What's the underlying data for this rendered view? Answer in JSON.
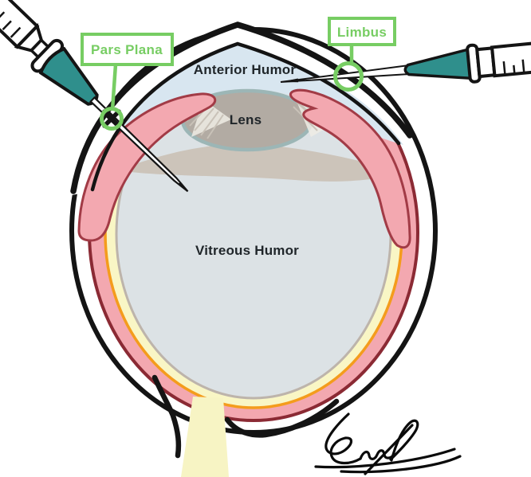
{
  "labels": {
    "anterior_humor": "Anterior Humor",
    "lens": "Lens",
    "vitreous_humor": "Vitreous Humor"
  },
  "callouts": [
    {
      "label": "Pars Plana"
    },
    {
      "label": "Limbus"
    }
  ],
  "colors": {
    "callout_green": "#77cd63",
    "syringe_teal": "#2f8f8c",
    "choroid_pink": "#f3a8b0",
    "choroid_outline_maroon": "#8b2a34",
    "retina_orange": "#f49c1c",
    "retina_yellow": "#f9f6c5",
    "vitreous_gray": "#dce2e5",
    "anterior_blue": "#d8e6f0",
    "lens_gray": "#b2aba3",
    "ink_black": "#141414"
  }
}
